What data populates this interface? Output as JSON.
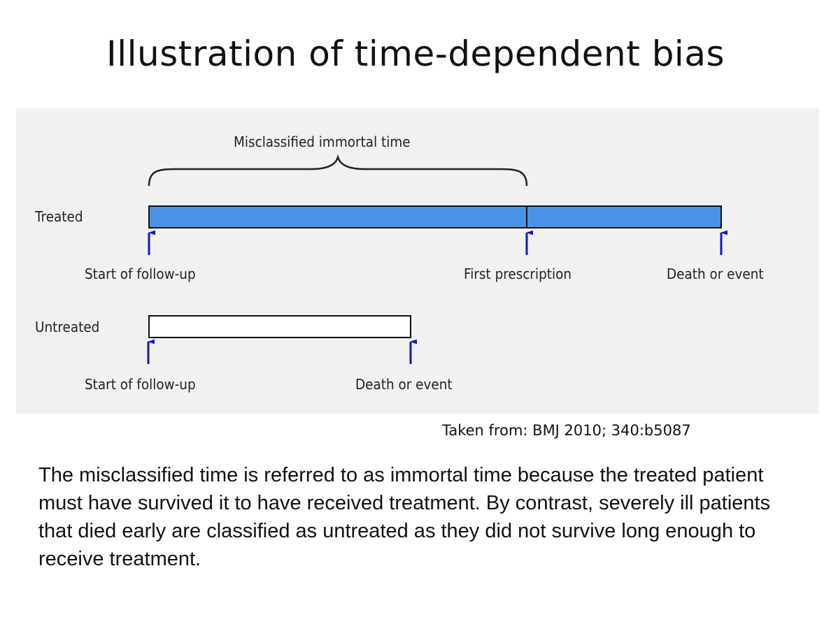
{
  "title": "Illustration of time-dependent bias",
  "diagram": {
    "brace_label": "Misclassified immortal time",
    "treated": {
      "row_label": "Treated",
      "events": [
        "Start of follow-up",
        "First prescription",
        "Death or event"
      ]
    },
    "untreated": {
      "row_label": "Untreated",
      "events": [
        "Start of follow-up",
        "Death or event"
      ]
    },
    "colors": {
      "treated_bar": "#4a92e6",
      "untreated_bar": "#ffffff",
      "arrow": "#1414c8",
      "panel": "#f1f1f1"
    }
  },
  "citation": "Taken from: BMJ 2010; 340:b5087",
  "body_text": "The misclassified time is referred to as immortal time because the treated patient must have survived it to have received treatment. By contrast, severely ill patients that died early are classified as untreated as they did not survive long enough to receive treatment."
}
